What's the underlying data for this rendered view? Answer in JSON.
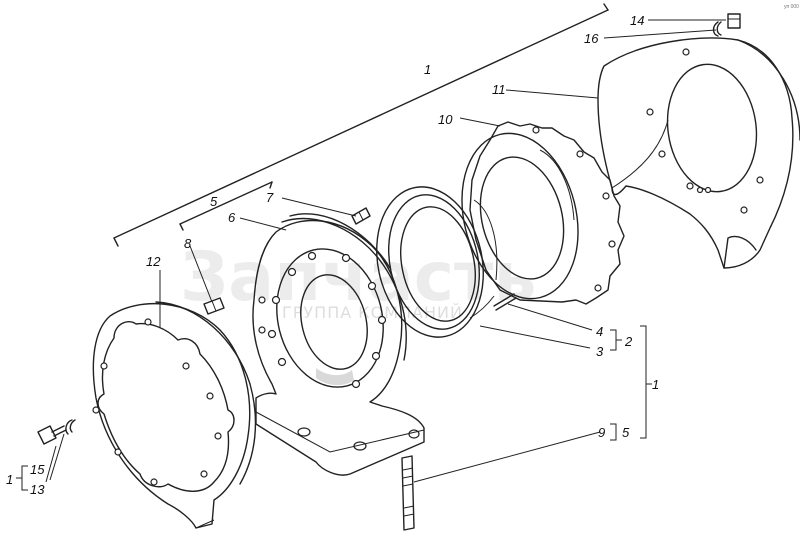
{
  "watermark": {
    "title": "Запчасть",
    "subtitle": "ГРУППА КОМПАНИЙ"
  },
  "callouts": {
    "c1_top": "1",
    "c5": "5",
    "c6": "6",
    "c7": "7",
    "c8": "8",
    "c10": "10",
    "c11": "11",
    "c12": "12",
    "c14": "14",
    "c16": "16",
    "c4": "4",
    "c3": "3",
    "c2": "2",
    "c1_right": "1",
    "c9": "9",
    "c5_right": "5",
    "c1_left": "1",
    "c15": "15",
    "c13": "13",
    "corner_mark": "уп 000"
  }
}
